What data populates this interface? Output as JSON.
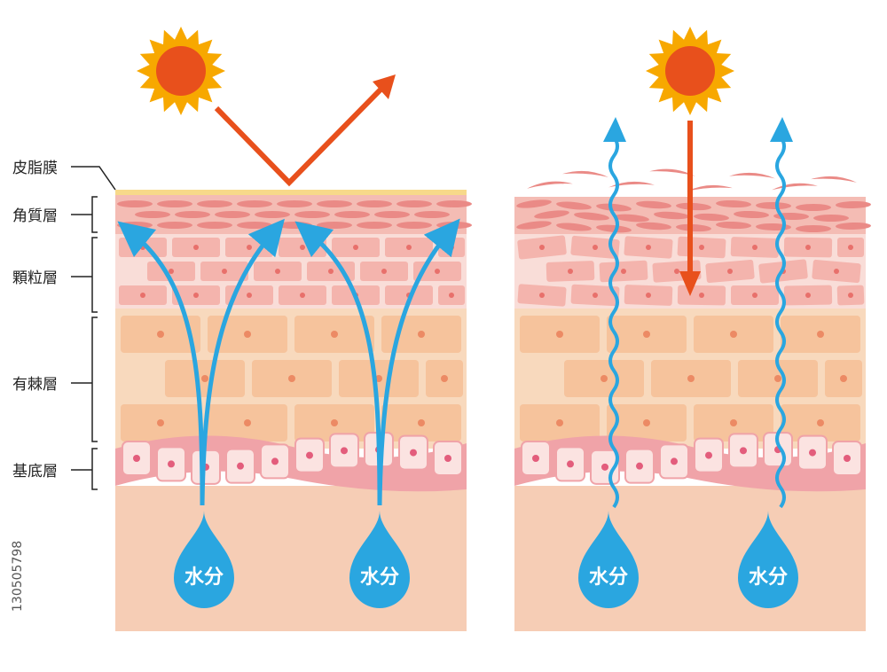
{
  "layers": {
    "sebum": "皮脂膜",
    "stratum_corneum": "角質層",
    "stratum_granulosum": "顆粒層",
    "stratum_spinosum": "有棘層",
    "stratum_basale": "基底層"
  },
  "water_label": "水分",
  "image_id_text": "130505798",
  "colors": {
    "sebum": "#f7d98a",
    "corneum": "#f3a6a0",
    "granular": "#f6c9c3",
    "spinous": "#f6cba8",
    "basal": "#f2a9ad",
    "dermis": "#f6cdb5",
    "water": "#2aa6e0",
    "sun": "#f7a800",
    "sun_core": "#e8501c",
    "uv_arrow": "#e8501c"
  },
  "icons": [
    "sun-icon",
    "water-drop-icon",
    "uv-arrow-icon"
  ]
}
